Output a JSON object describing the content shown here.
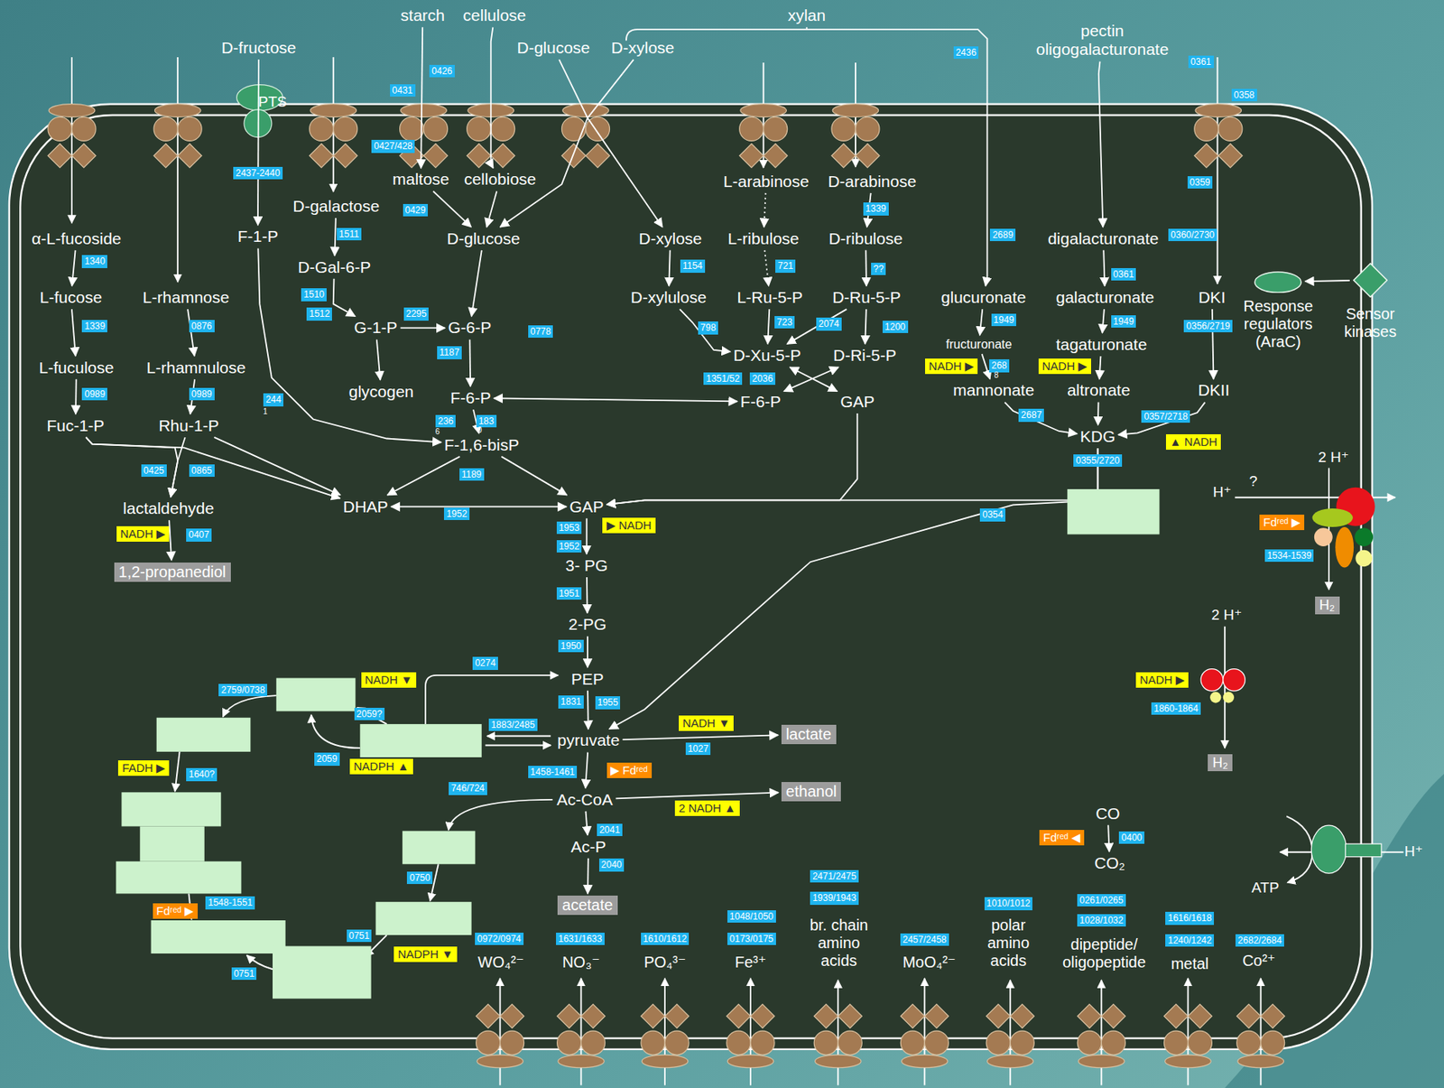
{
  "diagram": {
    "nodes": [
      {
        "text": [
          "starch"
        ]
      },
      {
        "text": [
          "cellulose"
        ]
      },
      {
        "text": [
          "D-fructose"
        ]
      },
      {
        "text": [
          "D-glucose"
        ]
      },
      {
        "text": [
          "D-xylose"
        ]
      },
      {
        "text": [
          "xylan"
        ]
      },
      {
        "text": [
          "pectin oligogalacturonate"
        ]
      },
      {
        "text": [
          "α-L-fucoside"
        ]
      },
      {
        "text": [
          "L-fucose"
        ]
      },
      {
        "text": [
          "L-fuculose"
        ]
      },
      {
        "text": [
          "Fuc-1-P"
        ]
      },
      {
        "text": [
          "L-rhamnose"
        ]
      },
      {
        "text": [
          "L-rhamnulose"
        ]
      },
      {
        "text": [
          "Rhu-1-P"
        ]
      },
      {
        "text": [
          "lactaldehyde"
        ]
      },
      {
        "text": [
          "1,2-propanediol"
        ]
      },
      {
        "text": [
          "F-1-P"
        ]
      },
      {
        "text": [
          "D-galactose"
        ]
      },
      {
        "text": [
          "D-Gal-6-P"
        ]
      },
      {
        "text": [
          "G-1-P"
        ]
      },
      {
        "text": [
          "glycogen"
        ]
      },
      {
        "text": [
          "maltose"
        ]
      },
      {
        "text": [
          "cellobiose"
        ]
      },
      {
        "text": [
          "D-glucose"
        ]
      },
      {
        "text": [
          "G-6-P"
        ]
      },
      {
        "text": [
          "F-6-P"
        ]
      },
      {
        "text": [
          "F-1,6-bisP"
        ]
      },
      {
        "text": [
          "DHAP"
        ]
      },
      {
        "text": [
          "GAP"
        ]
      },
      {
        "text": [
          "3- PG"
        ]
      },
      {
        "text": [
          "2-PG"
        ]
      },
      {
        "text": [
          "PEP"
        ]
      },
      {
        "text": [
          "pyruvate"
        ]
      },
      {
        "text": [
          "Ac-CoA"
        ]
      },
      {
        "text": [
          "Ac-P"
        ]
      },
      {
        "text": [
          "acetate"
        ]
      },
      {
        "text": [
          "lactate"
        ]
      },
      {
        "text": [
          "ethanol"
        ]
      },
      {
        "text": [
          "D-xylose"
        ]
      },
      {
        "text": [
          "D-xylulose"
        ]
      },
      {
        "text": [
          "L-arabinose"
        ]
      },
      {
        "text": [
          "L-ribulose"
        ]
      },
      {
        "text": [
          "L-Ru-5-P"
        ]
      },
      {
        "text": [
          "D-arabinose"
        ]
      },
      {
        "text": [
          "D-ribulose"
        ]
      },
      {
        "text": [
          "D-Ru-5-P"
        ]
      },
      {
        "text": [
          "D-Xu-5-P"
        ]
      },
      {
        "text": [
          "D-Ri-5-P"
        ]
      },
      {
        "text": [
          "F-6-P"
        ]
      },
      {
        "text": [
          "GAP"
        ]
      },
      {
        "text": [
          "glucuronate"
        ]
      },
      {
        "text": [
          "fructuronate"
        ]
      },
      {
        "text": [
          "mannonate"
        ]
      },
      {
        "text": [
          "digalacturonate"
        ]
      },
      {
        "text": [
          "galacturonate"
        ]
      },
      {
        "text": [
          "tagaturonate"
        ]
      },
      {
        "text": [
          "altronate"
        ]
      },
      {
        "text": [
          "KDG"
        ]
      },
      {
        "text": [
          "DKI"
        ]
      },
      {
        "text": [
          "DKII"
        ]
      },
      {
        "text": [
          "H₂"
        ]
      },
      {
        "text": [
          "H₂"
        ]
      },
      {
        "text": [
          "CO"
        ]
      },
      {
        "text": [
          "CO₂"
        ]
      },
      {
        "text": [
          "Response regulators (AraC)"
        ]
      },
      {
        "text": [
          "Sensor kinases"
        ]
      }
    ],
    "edges": [
      {
        "from": 0,
        "to": 21,
        "arrow": "to"
      },
      {
        "from": 1,
        "to": 22,
        "arrow": "to"
      },
      {
        "from": 2,
        "to": 16,
        "arrow": "to"
      },
      {
        "from": 3,
        "to": 23,
        "arrow": "to"
      },
      {
        "from": 4,
        "to": 38,
        "arrow": "to"
      },
      {
        "from": 5,
        "to": 50,
        "arrow": "to"
      },
      {
        "from": 6,
        "to": 53,
        "arrow": "to"
      },
      {
        "from": 7,
        "to": 8,
        "arrow": "to"
      },
      {
        "from": 8,
        "to": 9,
        "arrow": "to"
      },
      {
        "from": 9,
        "to": 10,
        "arrow": "to"
      },
      {
        "from": 10,
        "to": 27,
        "arrow": "to"
      },
      {
        "from": 10,
        "to": 14,
        "arrow": "to"
      },
      {
        "from": 11,
        "to": 12,
        "arrow": "to"
      },
      {
        "from": 12,
        "to": 13,
        "arrow": "to"
      },
      {
        "from": 13,
        "to": 27,
        "arrow": "to"
      },
      {
        "from": 13,
        "to": 14,
        "arrow": "to"
      },
      {
        "from": 14,
        "to": 15,
        "arrow": "to"
      },
      {
        "from": 16,
        "to": 26,
        "arrow": "to"
      },
      {
        "from": 17,
        "to": 18,
        "arrow": "to"
      },
      {
        "from": 18,
        "to": 19,
        "arrow": "to"
      },
      {
        "from": 19,
        "to": 24,
        "arrow": "to"
      },
      {
        "from": 19,
        "to": 20,
        "arrow": "to"
      },
      {
        "from": 21,
        "to": 23,
        "arrow": "to"
      },
      {
        "from": 22,
        "to": 23,
        "arrow": "to"
      },
      {
        "from": 23,
        "to": 24,
        "arrow": "to"
      },
      {
        "from": 24,
        "to": 25,
        "arrow": "to"
      },
      {
        "from": 25,
        "to": 26,
        "arrow": "to"
      },
      {
        "from": 26,
        "to": 27,
        "arrow": "to"
      },
      {
        "from": 26,
        "to": 28,
        "arrow": "to"
      },
      {
        "from": 27,
        "to": 28,
        "arrow": "both"
      },
      {
        "from": 28,
        "to": 29,
        "arrow": "to"
      },
      {
        "from": 29,
        "to": 30,
        "arrow": "to"
      },
      {
        "from": 30,
        "to": 31,
        "arrow": "to"
      },
      {
        "from": 31,
        "to": 32,
        "arrow": "to"
      },
      {
        "from": 32,
        "to": 36,
        "arrow": "to"
      },
      {
        "from": 32,
        "to": 33,
        "arrow": "to"
      },
      {
        "from": 33,
        "to": 37,
        "arrow": "to"
      },
      {
        "from": 33,
        "to": 34,
        "arrow": "to"
      },
      {
        "from": 34,
        "to": 35,
        "arrow": "to"
      },
      {
        "from": 25,
        "to": 48,
        "arrow": "both"
      },
      {
        "from": 38,
        "to": 39,
        "arrow": "to"
      },
      {
        "from": 39,
        "to": 46,
        "arrow": "to"
      },
      {
        "from": 40,
        "to": 41,
        "arrow": "to"
      },
      {
        "from": 41,
        "to": 42,
        "arrow": "to"
      },
      {
        "from": 42,
        "to": 46,
        "arrow": "to"
      },
      {
        "from": 43,
        "to": 44,
        "arrow": "to"
      },
      {
        "from": 44,
        "to": 45,
        "arrow": "to"
      },
      {
        "from": 45,
        "to": 46,
        "arrow": "to"
      },
      {
        "from": 45,
        "to": 47,
        "arrow": "to"
      },
      {
        "from": 46,
        "to": 49,
        "arrow": "both"
      },
      {
        "from": 47,
        "to": 48,
        "arrow": "both"
      },
      {
        "from": 49,
        "to": 28,
        "arrow": "to"
      },
      {
        "from": 50,
        "to": 51,
        "arrow": "to"
      },
      {
        "from": 51,
        "to": 52,
        "arrow": "to"
      },
      {
        "from": 52,
        "to": 57,
        "arrow": "to"
      },
      {
        "from": 53,
        "to": 54,
        "arrow": "to"
      },
      {
        "from": 54,
        "to": 55,
        "arrow": "to"
      },
      {
        "from": 55,
        "to": 56,
        "arrow": "to"
      },
      {
        "from": 56,
        "to": 57,
        "arrow": "to"
      },
      {
        "from": 58,
        "to": 59,
        "arrow": "to"
      },
      {
        "from": 59,
        "to": 57,
        "arrow": "to"
      },
      {
        "from": 57,
        "to": 28,
        "arrow": "to"
      },
      {
        "from": 57,
        "to": 32,
        "arrow": "to"
      },
      {
        "from": 62,
        "to": 63,
        "arrow": "to"
      },
      {
        "from": 65,
        "to": 64,
        "arrow": "to"
      }
    ],
    "labels": [
      "PTS",
      "0426",
      "0431",
      "0427/428",
      "0429",
      "2437-2440",
      "1340",
      "1339",
      "0989",
      "0876",
      "0989",
      "0425",
      "0865",
      "NADH ▶",
      "0407",
      "1511",
      "1510",
      "1512",
      "2295",
      "1187",
      "0778",
      "244",
      "1",
      "236",
      "6",
      "183",
      "0",
      "1189",
      "1952",
      "1953",
      "▶ NADH",
      "1952",
      "1951",
      "1950",
      "0274",
      "1831",
      "1955",
      "1883/2485",
      "NADH ▼",
      "1027",
      "1458-1461",
      "▶ Fdʳᵉᵈ",
      "746/724",
      "2 NADH ▲",
      "2041",
      "2040",
      "2759/0738",
      "NADH ▼",
      "2059?",
      "2059",
      "NADPH ▲",
      "FADH ▶",
      "1640?",
      "Fdʳᵉᵈ ▶",
      "1548-1551",
      "0750",
      "0751",
      "NADPH ▼",
      "0751",
      "1154",
      "798",
      "721",
      "723",
      "1351/52",
      "2036",
      "2074",
      "1200",
      "1339",
      "??",
      "2436",
      "2689",
      "1949",
      "NADH ▶",
      "268",
      "8",
      "2687",
      "0361",
      "1949",
      "NADH ▶",
      "0361",
      "0358",
      "0359",
      "0360/2730",
      "0356/2719",
      "0357/2718",
      "▲ NADH",
      "0355/2720",
      "0354",
      "2 H⁺",
      "H⁺",
      "?",
      "Fdʳᵉᵈ ▶",
      "1534-1539",
      "2 H⁺",
      "NADH ▶",
      "1860-1864",
      "Fdʳᵉᵈ ◀",
      "0400",
      "ATP",
      "H⁺",
      "2471/2475",
      "1939/1943",
      "br. chain amino acids",
      "1010/1012",
      "polar amino acids",
      "0261/0265",
      "1028/1032",
      "dipeptide/ oligopeptide",
      "1616/1618",
      "1240/1242",
      "metal",
      "2682/2684",
      "Co²⁺",
      "0972/0974",
      "WO₄²⁻",
      "1631/1633",
      "NO₃⁻",
      "1610/1612",
      "PO₄³⁻",
      "1048/1050",
      "0173/0175",
      "Fe³⁺",
      "MoO₄²⁻",
      "2457/2458"
    ]
  }
}
